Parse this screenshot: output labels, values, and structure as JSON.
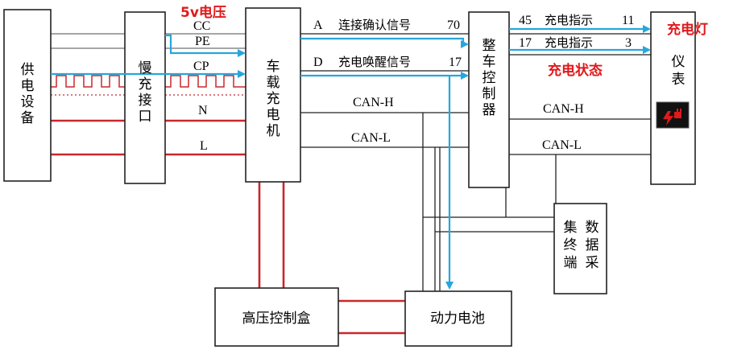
{
  "boxes": {
    "supply_equipment": "供电设备",
    "slow_charge_port": "慢充接口",
    "onboard_charger": "车载充电机",
    "vehicle_controller": "整车控制器",
    "instrument": "仪表",
    "data_collector_col1": "集终端",
    "data_collector_col2": "数据采",
    "hv_control_box": "高压控制盒",
    "power_battery": "动力电池"
  },
  "signals": {
    "cc": "CC",
    "pe": "PE",
    "cp": "CP",
    "n": "N",
    "l": "L",
    "a_prefix": "A",
    "a_label": "连接确认信号",
    "a_pin": "70",
    "d_prefix": "D",
    "d_label": "充电唤醒信号",
    "d_pin": "17",
    "canh_left": "CAN-H",
    "canl_left": "CAN-L",
    "canh_right": "CAN-H",
    "canl_right": "CAN-L",
    "pin45": "45",
    "ind1": "充电指示",
    "pin11": "11",
    "pin17b": "17",
    "ind2": "充电指示",
    "pin3": "3"
  },
  "annotations": {
    "voltage": "5v电压",
    "charge_lamp": "充电灯",
    "charge_state": "充电状态"
  },
  "colors": {
    "signal_blue": "#27a6dc",
    "power_red": "#c8282b",
    "annotation_red": "#e0191b"
  }
}
